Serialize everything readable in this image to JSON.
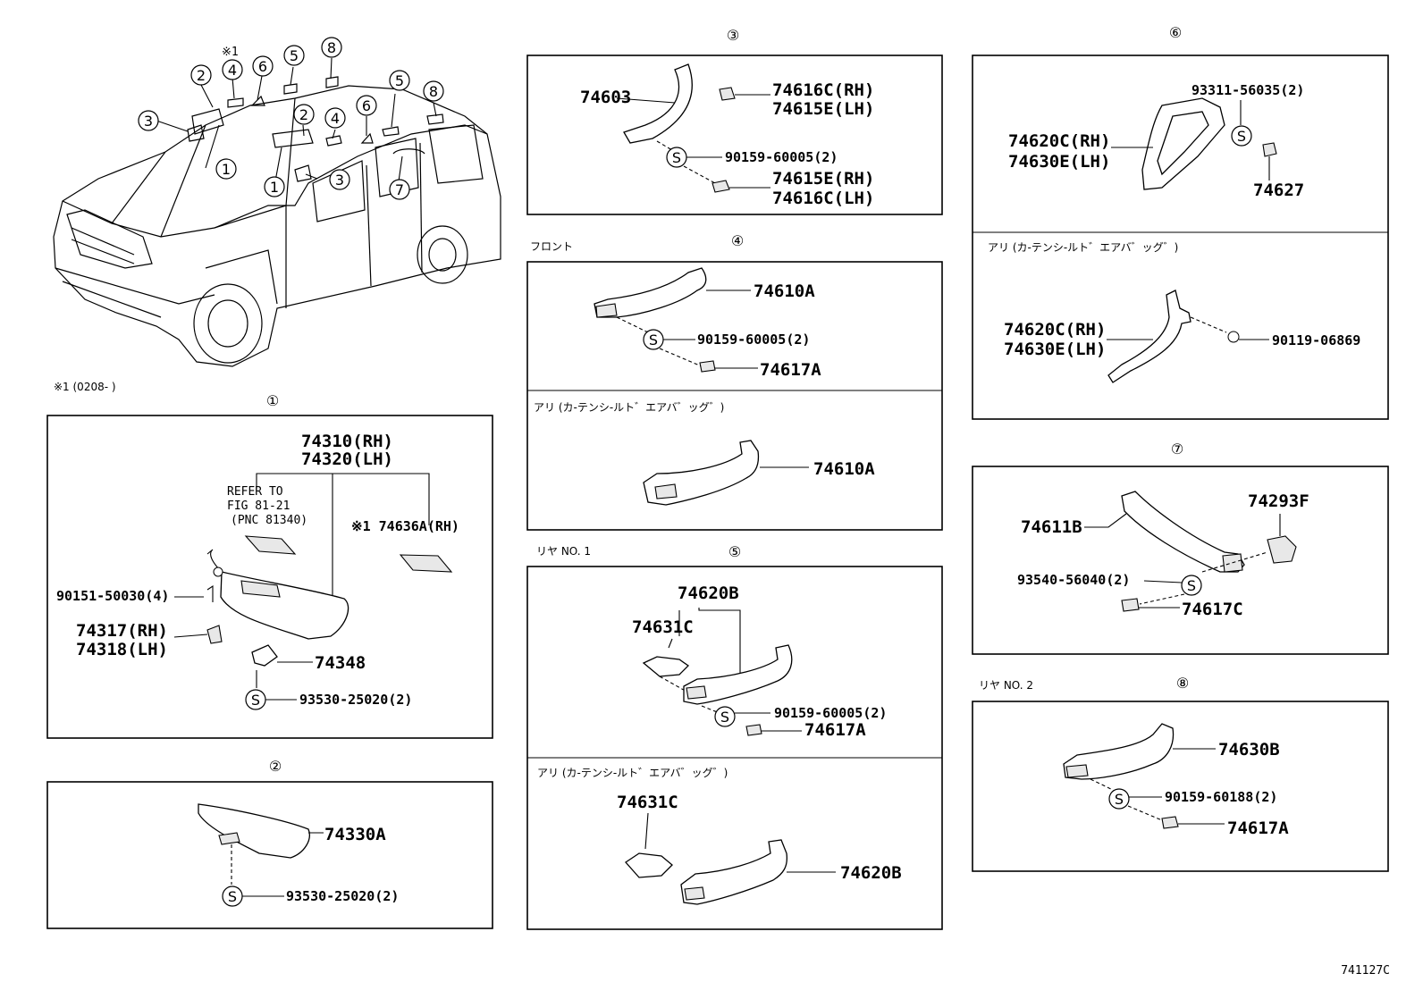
{
  "figure_code": "741127C",
  "note_ref": "※1 (0208-    )",
  "overview": {
    "callouts": [
      "①",
      "②",
      "③",
      "④",
      "⑤",
      "⑥",
      "⑦",
      "⑧"
    ],
    "star_mark": "※1"
  },
  "sections": {
    "s1": {
      "num": "①",
      "labels": {
        "p74310": "74310(RH)",
        "p74320": "74320(LH)",
        "refer1": "REFER TO",
        "refer2": "FIG 81-21",
        "refer3": "(PNC 81340)",
        "p74636": "※1 74636A(RH)",
        "p90151": "90151-50030(4)",
        "p74317": "74317(RH)",
        "p74318": "74318(LH)",
        "p74348": "74348",
        "p93530": "93530-25020(2)",
        "s": "S"
      }
    },
    "s2": {
      "num": "②",
      "labels": {
        "p74330": "74330A",
        "p93530": "93530-25020(2)",
        "s": "S"
      }
    },
    "s3": {
      "num": "③",
      "labels": {
        "p74603": "74603",
        "p74616c_rh": "74616C(RH)",
        "p74615e_lh": "74615E(LH)",
        "p90159": "90159-60005(2)",
        "p74615e_rh": "74615E(RH)",
        "p74616c_lh": "74616C(LH)",
        "s": "S"
      }
    },
    "s4": {
      "num": "④",
      "front_label": "フロント",
      "airbag_label": "アリ (カ-テンシ-ルト゛エアバ゛ッグ゛)",
      "labels": {
        "p74610a": "74610A",
        "p90159": "90159-60005(2)",
        "p74617a": "74617A",
        "p74610a_b": "74610A",
        "s": "S"
      }
    },
    "s5": {
      "num": "⑤",
      "rear_label": "リヤ NO. 1",
      "airbag_label": "アリ (カ-テンシ-ルト゛エアバ゛ッグ゛)",
      "labels": {
        "p74620b": "74620B",
        "p74631c": "74631C",
        "p90159": "90159-60005(2)",
        "p74617a": "74617A",
        "p74631c_b": "74631C",
        "p74620b_b": "74620B",
        "s": "S"
      }
    },
    "s6": {
      "num": "⑥",
      "airbag_label": "アリ (カ-テンシ-ルト゛エアバ゛ッグ゛)",
      "labels": {
        "p93311": "93311-56035(2)",
        "p74620c_rh": "74620C(RH)",
        "p74630e_lh": "74630E(LH)",
        "p74627": "74627",
        "p74620c_rh_b": "74620C(RH)",
        "p74630e_lh_b": "74630E(LH)",
        "p90119": "90119-06869",
        "s": "S"
      }
    },
    "s7": {
      "num": "⑦",
      "labels": {
        "p74611b": "74611B",
        "p74293f": "74293F",
        "p93540": "93540-56040(2)",
        "p74617c": "74617C",
        "s": "S"
      }
    },
    "s8": {
      "num": "⑧",
      "rear_label": "リヤ NO. 2",
      "labels": {
        "p74630b": "74630B",
        "p90159": "90159-60188(2)",
        "p74617a": "74617A",
        "s": "S"
      }
    }
  }
}
